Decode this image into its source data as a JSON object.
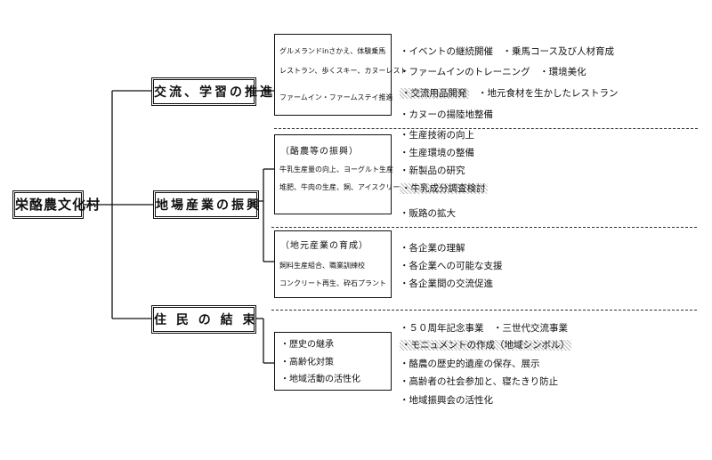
{
  "root": {
    "label": "栄酪農文化村"
  },
  "branches": [
    {
      "label": "交流、学習の推進",
      "box_lines": [
        "グルメランドinさかえ、体験乗馬",
        "レストラン、歩くスキー、カヌーレスト",
        "ファームイン・ファームステイ推進"
      ],
      "items": [
        {
          "text": "・イベントの継続開催　・乗馬コース及び人材育成"
        },
        {
          "text": "・ファームインのトレーニング　・環境美化"
        },
        {
          "text": "・交流用品開発",
          "highlight": true,
          "tail": "　・地元食材を生かしたレストラン"
        },
        {
          "text": "・カヌーの揚陸地整備"
        }
      ]
    },
    {
      "label": "地場産業の振興",
      "sub_boxes": [
        {
          "title": "（酪農等の振興）",
          "lines": [
            "牛乳生産量の向上、ヨーグルト生産",
            "堆肥、牛肉の生産、飼、アイスクリーム"
          ],
          "items": [
            {
              "text": "・生産技術の向上"
            },
            {
              "text": "・生産環境の整備"
            },
            {
              "text": "・新製品の研究"
            },
            {
              "text": "・牛乳成分調査検討",
              "highlight": true
            },
            {
              "text": "・販路の拡大"
            }
          ]
        },
        {
          "title": "（地元産業の育成）",
          "lines": [
            "飼料生産組合、職業訓練校",
            "コンクリート再生、砕石プラント"
          ],
          "items": [
            {
              "text": "・各企業の理解"
            },
            {
              "text": "・各企業への可能な支援"
            },
            {
              "text": "・各企業間の交流促進"
            }
          ]
        }
      ]
    },
    {
      "label": "住 民 の 結 束",
      "box_lines": [
        "・歴史の継承",
        "・高齢化対策",
        "・地域活動の活性化"
      ],
      "items": [
        {
          "text": "・５０周年記念事業　・三世代交流事業"
        },
        {
          "text": "・モニュメントの作成（地域シンボル）",
          "highlight": true
        },
        {
          "text": "・酪農の歴史的遺産の保存、展示"
        },
        {
          "text": "・高齢者の社会参加と、寝たきり防止"
        },
        {
          "text": "・地域振興会の活性化"
        }
      ]
    }
  ]
}
